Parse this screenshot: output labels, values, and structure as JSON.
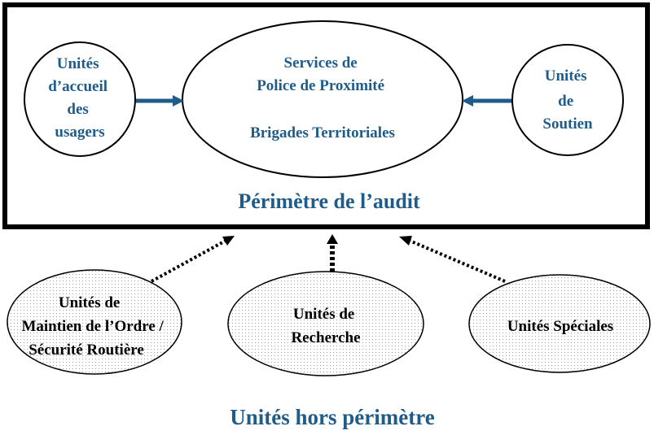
{
  "colors": {
    "title_blue": "#1f5c8a",
    "arrow_blue": "#1f5c8a",
    "dotted_fill": "#8fa3b8"
  },
  "perimeter": {
    "title": "Périmètre de l’audit",
    "accueil": {
      "lines": [
        "Unités",
        "d’accueil",
        "des",
        "usagers"
      ]
    },
    "services": {
      "lines": [
        "Services de",
        "Police de Proximité",
        "Brigades Territoriales"
      ]
    },
    "soutien": {
      "lines": [
        "Unités",
        "de",
        "Soutien"
      ]
    }
  },
  "outside": {
    "title": "Unités hors périmètre",
    "maintien": {
      "lines": [
        "Unités de",
        "Maintien de l’Ordre /",
        "Sécurité Routière"
      ]
    },
    "recherche": {
      "lines": [
        "Unités de",
        "Recherche"
      ]
    },
    "speciales": {
      "lines": [
        "Unités Spéciales"
      ]
    }
  }
}
